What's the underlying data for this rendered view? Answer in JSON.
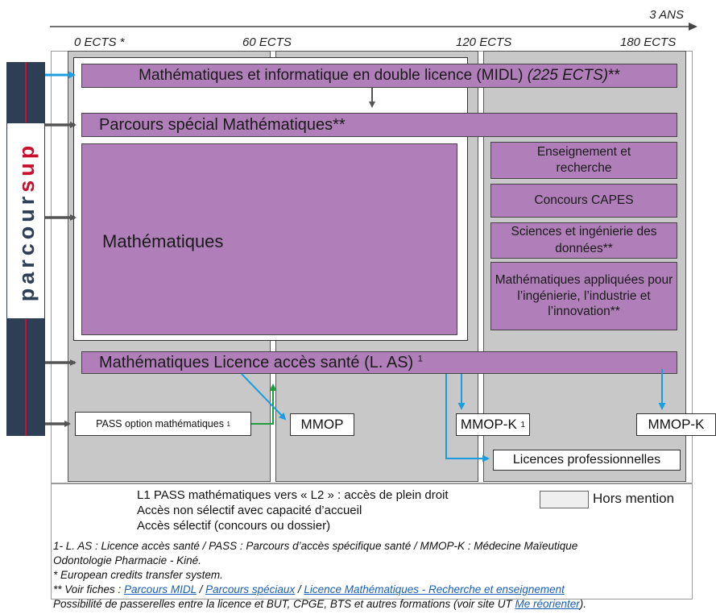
{
  "timeline": {
    "duration_label": "3 ANS",
    "ects": [
      "0 ECTS *",
      "60 ECTS",
      "120 ECTS",
      "180 ECTS"
    ]
  },
  "sidebar": {
    "brand_prefix": "parcour",
    "brand_suffix": "sup"
  },
  "programs": {
    "midl_main": "Mathématiques et informatique en double licence (MIDL)",
    "midl_ects": "(225 ECTS)",
    "midl_stars": "**",
    "special": "Parcours spécial Mathématiques**",
    "maths": "Mathématiques",
    "las_main": "Mathématiques Licence accès santé (L. AS)",
    "las_sup": "1",
    "pass_main": "PASS option mathématiques",
    "pass_sup": "1"
  },
  "masters": {
    "enseignement": "Enseignement et recherche",
    "capes": "Concours CAPES",
    "sciences": "Sciences et ingénierie des données**",
    "appliquees": "Mathématiques appliquées pour l’ingénierie, l’industrie et l’innovation**"
  },
  "outcomes": {
    "mmop": "MMOP",
    "mmopk1_main": "MMOP-K",
    "mmopk1_sup": "1",
    "mmopk2": "MMOP-K",
    "licpro": "Licences professionnelles"
  },
  "legend": {
    "green": "L1 PASS mathématiques vers « L2 » : accès de plein droit",
    "gray": "Accès non sélectif avec capacité d’accueil",
    "blue": "Accès sélectif (concours ou dossier)",
    "hors_mention": "Hors mention"
  },
  "notes": {
    "line1": "1- L. AS : Licence accès santé / PASS : Parcours d’accès spécifique santé / MMOP-K : Médecine Maïeutique",
    "line2": "Odontologie Pharmacie - Kiné.",
    "line3": "* European credits transfer system.",
    "line4_prefix": "** Voir fiches : ",
    "link_midl": "Parcours MIDL",
    "sep1": " / ",
    "link_speciaux": "Parcours spéciaux",
    "sep2": " / ",
    "link_licence": "Licence Mathématiques - Recherche et enseignement",
    "line5_prefix": "Possibilité de passerelles entre la licence et BUT, CPGE, BTS et autres formations (voir site UT ",
    "link_reorienter": "Me réorienter",
    "line5_suffix": ")."
  },
  "colors": {
    "purple": "#b07fb9",
    "column_gray": "#c8c8c8",
    "arrow_gray": "#555555",
    "arrow_blue": "#1a9ee0",
    "arrow_green": "#1e9e3e",
    "parcoursup_navy": "#2d3e55",
    "parcoursup_red": "#c8102e"
  }
}
